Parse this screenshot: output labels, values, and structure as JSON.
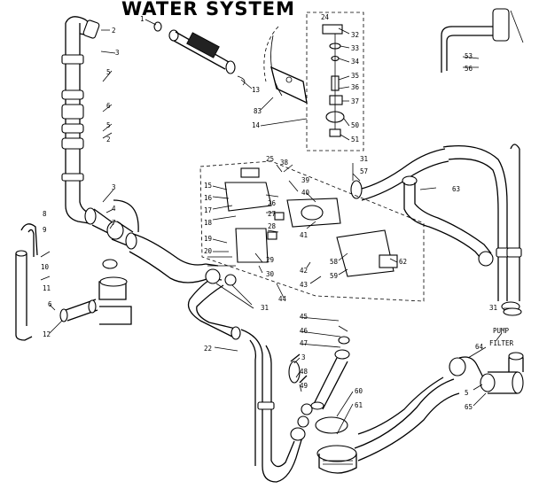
{
  "title": "WATER SYSTEM",
  "callouts": [
    {
      "id": "c-1",
      "text": "1"
    },
    {
      "id": "c-2a",
      "text": "2"
    },
    {
      "id": "c-3a",
      "text": "3"
    },
    {
      "id": "c-5a",
      "text": "5"
    },
    {
      "id": "c-6a",
      "text": "6"
    },
    {
      "id": "c-5b",
      "text": "5"
    },
    {
      "id": "c-2b",
      "text": "2"
    },
    {
      "id": "c-3b",
      "text": "3"
    },
    {
      "id": "c-4",
      "text": "4"
    },
    {
      "id": "c-7",
      "text": "7"
    },
    {
      "id": "c-8",
      "text": "8"
    },
    {
      "id": "c-9",
      "text": "9"
    },
    {
      "id": "c-10",
      "text": "10"
    },
    {
      "id": "c-11",
      "text": "11"
    },
    {
      "id": "c-6b",
      "text": "6"
    },
    {
      "id": "c-12",
      "text": "12"
    },
    {
      "id": "c-13",
      "text": "13"
    },
    {
      "id": "c-83",
      "text": "83"
    },
    {
      "id": "c-14",
      "text": "14"
    },
    {
      "id": "c-24",
      "text": "24"
    },
    {
      "id": "c-32",
      "text": "32"
    },
    {
      "id": "c-33",
      "text": "33"
    },
    {
      "id": "c-34",
      "text": "34"
    },
    {
      "id": "c-35",
      "text": "35"
    },
    {
      "id": "c-36",
      "text": "36"
    },
    {
      "id": "c-37",
      "text": "37"
    },
    {
      "id": "c-50",
      "text": "50"
    },
    {
      "id": "c-51",
      "text": "51"
    },
    {
      "id": "c-53",
      "text": "53"
    },
    {
      "id": "c-56",
      "text": "56"
    },
    {
      "id": "c-25",
      "text": "25"
    },
    {
      "id": "c-38",
      "text": "38"
    },
    {
      "id": "c-31a",
      "text": "31"
    },
    {
      "id": "c-57",
      "text": "57"
    },
    {
      "id": "c-15",
      "text": "15"
    },
    {
      "id": "c-16",
      "text": "16"
    },
    {
      "id": "c-17",
      "text": "17"
    },
    {
      "id": "c-18",
      "text": "18"
    },
    {
      "id": "c-26",
      "text": "26"
    },
    {
      "id": "c-27",
      "text": "27"
    },
    {
      "id": "c-39",
      "text": "39"
    },
    {
      "id": "c-40",
      "text": "40"
    },
    {
      "id": "c-28",
      "text": "28"
    },
    {
      "id": "c-19",
      "text": "19"
    },
    {
      "id": "c-20",
      "text": "20"
    },
    {
      "id": "c-29",
      "text": "29"
    },
    {
      "id": "c-30",
      "text": "30"
    },
    {
      "id": "c-41",
      "text": "41"
    },
    {
      "id": "c-42",
      "text": "42"
    },
    {
      "id": "c-43",
      "text": "43"
    },
    {
      "id": "c-44",
      "text": "44"
    },
    {
      "id": "c-58",
      "text": "58"
    },
    {
      "id": "c-59",
      "text": "59"
    },
    {
      "id": "c-62",
      "text": "62"
    },
    {
      "id": "c-63",
      "text": "63"
    },
    {
      "id": "c-31b",
      "text": "31"
    },
    {
      "id": "c-31c",
      "text": "31"
    },
    {
      "id": "c-22",
      "text": "22"
    },
    {
      "id": "c-45",
      "text": "45"
    },
    {
      "id": "c-46",
      "text": "46"
    },
    {
      "id": "c-47",
      "text": "47"
    },
    {
      "id": "c-3c",
      "text": "3"
    },
    {
      "id": "c-48",
      "text": "48"
    },
    {
      "id": "c-49",
      "text": "49"
    },
    {
      "id": "c-60",
      "text": "60"
    },
    {
      "id": "c-61",
      "text": "61"
    },
    {
      "id": "c-pump",
      "text": "PUMP"
    },
    {
      "id": "c-filter",
      "text": "FILTER"
    },
    {
      "id": "c-64",
      "text": "64"
    },
    {
      "id": "c-5c",
      "text": "5"
    },
    {
      "id": "c-65",
      "text": "65"
    }
  ]
}
